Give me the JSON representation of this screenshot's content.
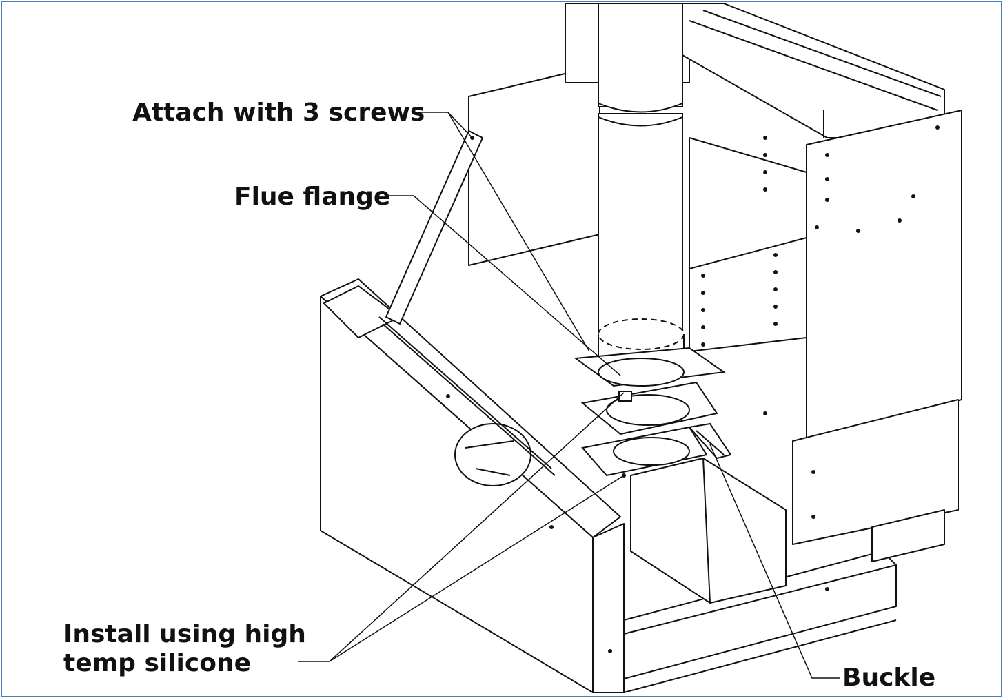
{
  "diagram": {
    "border_color": "#4a7ebb",
    "line_color": "#111111",
    "callouts": {
      "attach_screws": "Attach with 3 screws",
      "flue_flange": "Flue flange",
      "install_silicone_line1": "Install using high",
      "install_silicone_line2": "temp silicone",
      "buckle": "Buckle"
    }
  }
}
